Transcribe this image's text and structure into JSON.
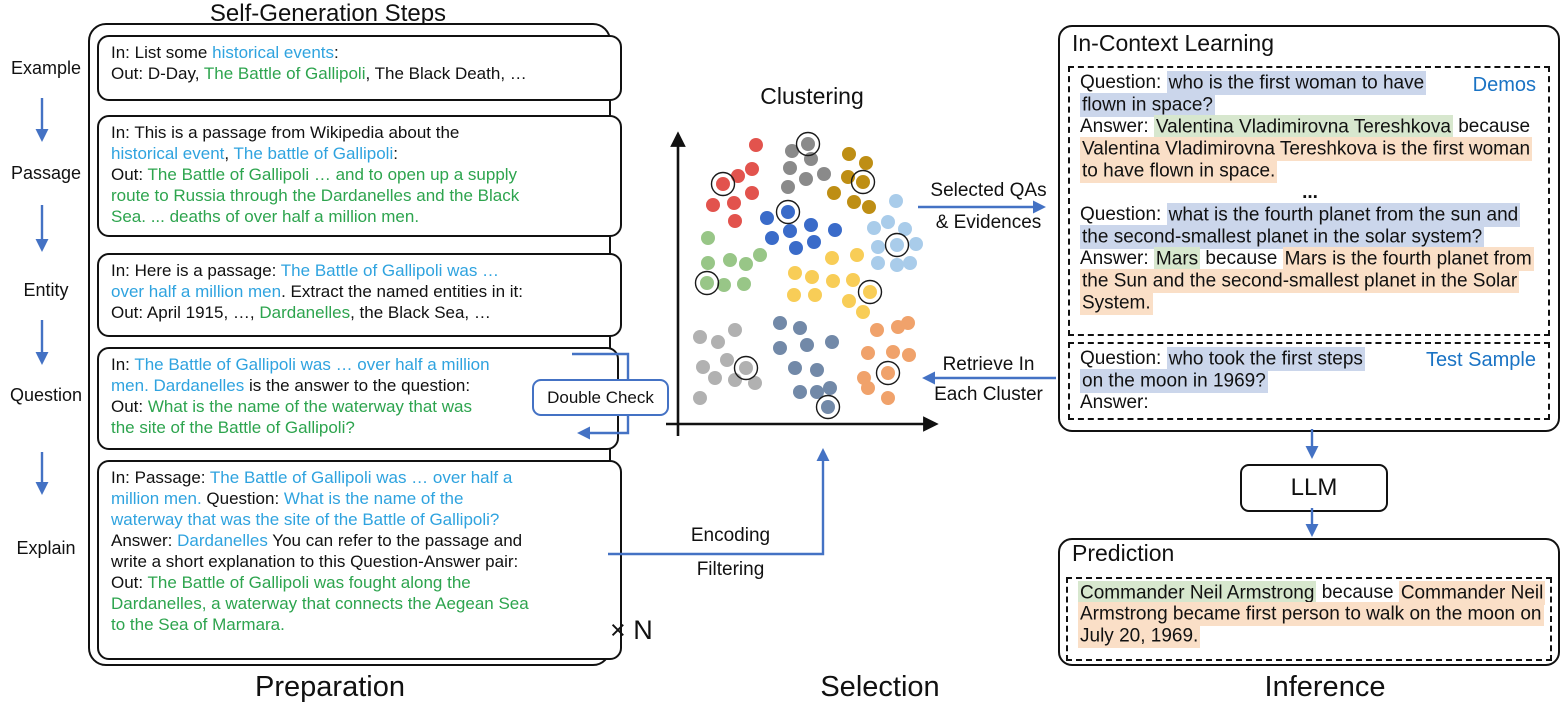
{
  "colors": {
    "blue": "#2FA3DF",
    "green": "#2DA44E",
    "labelblue": "#1A73C4",
    "arrow": "#4472C4",
    "hlblue": "#CBD6EB",
    "hlgreen": "#D7E7CE",
    "hlorange": "#FADFC7",
    "ink": "#111111"
  },
  "left": {
    "title": "Self-Generation Steps",
    "stage_label": "Preparation",
    "multiplier": "× N",
    "steps": [
      {
        "label": "Example"
      },
      {
        "label": "Passage"
      },
      {
        "label": "Entity"
      },
      {
        "label": "Question"
      },
      {
        "label": "Explain"
      }
    ],
    "boxes": [
      {
        "lines": [
          [
            {
              "t": "In: List some ",
              "s": "p"
            },
            {
              "t": "historical events",
              "s": "b"
            },
            {
              "t": ":",
              "s": "p"
            }
          ],
          [
            {
              "t": "Out: D-Day, ",
              "s": "p"
            },
            {
              "t": "The Battle of Gallipoli",
              "s": "g"
            },
            {
              "t": ", The Black Death, …",
              "s": "p"
            }
          ]
        ]
      },
      {
        "lines": [
          [
            {
              "t": "In: This is a passage from Wikipedia about the",
              "s": "p"
            }
          ],
          [
            {
              "t": "historical event",
              "s": "b"
            },
            {
              "t": ", ",
              "s": "p"
            },
            {
              "t": "The battle of Gallipoli",
              "s": "b"
            },
            {
              "t": ":",
              "s": "p"
            }
          ],
          [
            {
              "t": "Out: ",
              "s": "p"
            },
            {
              "t": "The Battle of Gallipoli … and to open up a supply",
              "s": "g"
            }
          ],
          [
            {
              "t": "route to Russia through the Dardanelles and the Black",
              "s": "g"
            }
          ],
          [
            {
              "t": "Sea. ... deaths of over half a million men.",
              "s": "g"
            }
          ]
        ]
      },
      {
        "lines": [
          [
            {
              "t": "In: Here is a passage: ",
              "s": "p"
            },
            {
              "t": "The Battle of Gallipoli was …",
              "s": "b"
            }
          ],
          [
            {
              "t": "over half a million men",
              "s": "b"
            },
            {
              "t": ". Extract the named entities in it:",
              "s": "p"
            }
          ],
          [
            {
              "t": "Out: April 1915, …, ",
              "s": "p"
            },
            {
              "t": "Dardanelles",
              "s": "g"
            },
            {
              "t": ", the Black Sea, …",
              "s": "p"
            }
          ]
        ]
      },
      {
        "lines": [
          [
            {
              "t": "In: ",
              "s": "p"
            },
            {
              "t": "The Battle of Gallipoli was … over half a million",
              "s": "b"
            }
          ],
          [
            {
              "t": "men. Dardanelles",
              "s": "b"
            },
            {
              "t": " is the answer to the question:",
              "s": "p"
            }
          ],
          [
            {
              "t": "Out: ",
              "s": "p"
            },
            {
              "t": "What is the name of the waterway that was",
              "s": "g"
            }
          ],
          [
            {
              "t": "the site of the Battle of Gallipoli?",
              "s": "g"
            }
          ]
        ]
      },
      {
        "lines": [
          [
            {
              "t": "In: Passage: ",
              "s": "p"
            },
            {
              "t": "The Battle of Gallipoli was … over half a",
              "s": "b"
            }
          ],
          [
            {
              "t": "million men.",
              "s": "b"
            },
            {
              "t": " Question: ",
              "s": "p"
            },
            {
              "t": "What is the name of the",
              "s": "b"
            }
          ],
          [
            {
              "t": "waterway that was the site of the Battle of Gallipoli?",
              "s": "b"
            }
          ],
          [
            {
              "t": "Answer: ",
              "s": "p"
            },
            {
              "t": "Dardanelles",
              "s": "b"
            },
            {
              "t": " You can refer to the passage and",
              "s": "p"
            }
          ],
          [
            {
              "t": "write a short explanation to this Question-Answer pair:",
              "s": "p"
            }
          ],
          [
            {
              "t": "Out: ",
              "s": "p"
            },
            {
              "t": "The Battle of Gallipoli was fought along the",
              "s": "g"
            }
          ],
          [
            {
              "t": "Dardanelles, a waterway that connects the Aegean Sea",
              "s": "g"
            }
          ],
          [
            {
              "t": "to the Sea of Marmara.",
              "s": "g"
            }
          ]
        ]
      }
    ],
    "double_check_label": "Double Check"
  },
  "middle": {
    "title": "Clustering",
    "stage_label": "Selection",
    "selected_arrow_line1": "Selected QAs",
    "selected_arrow_line2": "& Evidences",
    "retrieve_arrow_line1": "Retrieve In",
    "retrieve_arrow_line2": "Each Cluster",
    "encoding_label": "Encoding",
    "filtering_label": "Filtering",
    "clusters": [
      {
        "name": "red",
        "color": "#E2534D",
        "dots": [
          [
            756,
            145
          ],
          [
            752,
            169
          ],
          [
            738,
            176
          ],
          [
            752,
            193
          ],
          [
            713,
            205
          ],
          [
            734,
            203
          ],
          [
            735,
            221
          ]
        ],
        "ring": [
          723,
          184
        ]
      },
      {
        "name": "dark-gray",
        "color": "#8A8A8A",
        "dots": [
          [
            792,
            151
          ],
          [
            811,
            159
          ],
          [
            790,
            168
          ],
          [
            824,
            174
          ],
          [
            806,
            179
          ],
          [
            788,
            187
          ]
        ],
        "ring": [
          808,
          144
        ]
      },
      {
        "name": "gold",
        "color": "#BE8E14",
        "dots": [
          [
            849,
            154
          ],
          [
            866,
            163
          ],
          [
            848,
            177
          ],
          [
            834,
            193
          ],
          [
            854,
            202
          ],
          [
            869,
            207
          ]
        ],
        "ring": [
          863,
          182
        ]
      },
      {
        "name": "royal-blue",
        "color": "#3A6BC9",
        "dots": [
          [
            767,
            218
          ],
          [
            772,
            238
          ],
          [
            790,
            231
          ],
          [
            811,
            225
          ],
          [
            814,
            242
          ],
          [
            835,
            230
          ],
          [
            796,
            248
          ]
        ],
        "ring": [
          788,
          212
        ]
      },
      {
        "name": "light-blue",
        "color": "#A9CCEA",
        "dots": [
          [
            896,
            201
          ],
          [
            888,
            222
          ],
          [
            874,
            228
          ],
          [
            905,
            229
          ],
          [
            916,
            244
          ],
          [
            878,
            247
          ],
          [
            878,
            263
          ],
          [
            897,
            265
          ],
          [
            910,
            263
          ]
        ],
        "ring": [
          897,
          245
        ]
      },
      {
        "name": "green",
        "color": "#98C687",
        "dots": [
          [
            708,
            238
          ],
          [
            708,
            263
          ],
          [
            730,
            260
          ],
          [
            746,
            264
          ],
          [
            760,
            255
          ],
          [
            724,
            285
          ],
          [
            744,
            284
          ]
        ],
        "ring": [
          707,
          283
        ]
      },
      {
        "name": "yellow",
        "color": "#F8CD57",
        "dots": [
          [
            832,
            258
          ],
          [
            857,
            255
          ],
          [
            795,
            273
          ],
          [
            812,
            277
          ],
          [
            833,
            281
          ],
          [
            853,
            280
          ],
          [
            794,
            295
          ],
          [
            815,
            295
          ],
          [
            849,
            301
          ],
          [
            863,
            312
          ]
        ],
        "ring": [
          870,
          292
        ]
      },
      {
        "name": "light-gray",
        "color": "#B1B1B1",
        "dots": [
          [
            700,
            337
          ],
          [
            718,
            342
          ],
          [
            735,
            330
          ],
          [
            727,
            360
          ],
          [
            703,
            367
          ],
          [
            715,
            378
          ],
          [
            735,
            380
          ],
          [
            755,
            383
          ],
          [
            700,
            398
          ]
        ],
        "ring": [
          746,
          368
        ]
      },
      {
        "name": "slate-blue",
        "color": "#7289A8",
        "dots": [
          [
            780,
            323
          ],
          [
            800,
            328
          ],
          [
            780,
            348
          ],
          [
            807,
            345
          ],
          [
            832,
            342
          ],
          [
            795,
            368
          ],
          [
            817,
            370
          ],
          [
            800,
            392
          ],
          [
            817,
            392
          ],
          [
            830,
            388
          ]
        ],
        "ring": [
          828,
          407
        ]
      },
      {
        "name": "orange",
        "color": "#F0A26B",
        "dots": [
          [
            877,
            330
          ],
          [
            898,
            327
          ],
          [
            908,
            323
          ],
          [
            868,
            353
          ],
          [
            893,
            352
          ],
          [
            909,
            355
          ],
          [
            864,
            378
          ],
          [
            868,
            388
          ],
          [
            888,
            398
          ]
        ],
        "ring": [
          888,
          373
        ]
      }
    ]
  },
  "right": {
    "icl_title": "In-Context Learning",
    "stage_label": "Inference",
    "demos_label": "Demos",
    "test_label": "Test Sample",
    "llm_label": "LLM",
    "prediction_title": "Prediction",
    "demos_lines": [
      [
        {
          "t": "Question: ",
          "s": "p"
        },
        {
          "t": "who is the first woman to have",
          "s": "hb"
        }
      ],
      [
        {
          "t": "flown in space?",
          "s": "hb"
        }
      ],
      [
        {
          "t": "Answer: ",
          "s": "p"
        },
        {
          "t": "Valentina Vladimirovna Tereshkova",
          "s": "hg"
        },
        {
          "t": " because",
          "s": "p"
        }
      ],
      [
        {
          "t": "Valentina Vladimirovna Tereshkova is the first woman",
          "s": "ho"
        }
      ],
      [
        {
          "t": "to have flown in space.",
          "s": "ho"
        }
      ],
      {
        "align": "center",
        "segs": [
          {
            "t": "...",
            "s": "bold"
          }
        ]
      },
      [
        {
          "t": "Question: ",
          "s": "p"
        },
        {
          "t": "what is the fourth planet from the sun and",
          "s": "hb"
        }
      ],
      [
        {
          "t": "the second-smallest planet in the solar system?",
          "s": "hb"
        }
      ],
      [
        {
          "t": "Answer: ",
          "s": "p"
        },
        {
          "t": "Mars",
          "s": "hg"
        },
        {
          "t": " because ",
          "s": "p"
        },
        {
          "t": "Mars is the fourth planet from",
          "s": "ho"
        }
      ],
      [
        {
          "t": "the Sun and the second-smallest planet in the Solar",
          "s": "ho"
        }
      ],
      [
        {
          "t": "System.",
          "s": "ho"
        }
      ]
    ],
    "test_lines": [
      [
        {
          "t": "Question: ",
          "s": "p"
        },
        {
          "t": "who took the first steps",
          "s": "hb"
        }
      ],
      [
        {
          "t": "on the moon in 1969?",
          "s": "hb"
        }
      ],
      [
        {
          "t": "Answer:",
          "s": "p"
        }
      ]
    ],
    "prediction_lines": [
      [
        {
          "t": "Commander Neil Armstrong",
          "s": "hg"
        },
        {
          "t": " because ",
          "s": "p"
        },
        {
          "t": "Commander Neil",
          "s": "ho"
        }
      ],
      [
        {
          "t": "Armstrong became first person to walk on the moon on",
          "s": "ho"
        }
      ],
      [
        {
          "t": "July 20, 1969.",
          "s": "ho"
        }
      ]
    ]
  }
}
